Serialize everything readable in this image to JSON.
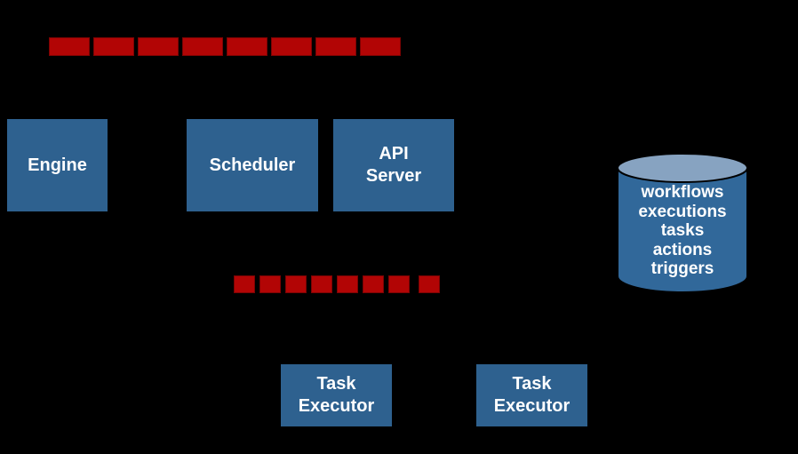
{
  "colors": {
    "background": "#000000",
    "node_fill": "#2E618F",
    "queue_fill": "#B20505",
    "queue_border": "#7C0303",
    "cylinder_body": "#31689A",
    "cylinder_top": "#87A3C1",
    "cylinder_outline": "#000000",
    "text": "#FFFFFF"
  },
  "queues": {
    "top": {
      "segment_count": 8
    },
    "middle": {
      "segment_count": 8
    }
  },
  "nodes": {
    "engine": {
      "label": "Engine"
    },
    "scheduler": {
      "label": "Scheduler"
    },
    "api_server": {
      "lines": [
        "API",
        "Server"
      ]
    },
    "task_executor_1": {
      "lines": [
        "Task",
        "Executor"
      ]
    },
    "task_executor_2": {
      "lines": [
        "Task",
        "Executor"
      ]
    }
  },
  "datastore": {
    "items": [
      "workflows",
      "executions",
      "tasks",
      "actions",
      "triggers"
    ]
  }
}
